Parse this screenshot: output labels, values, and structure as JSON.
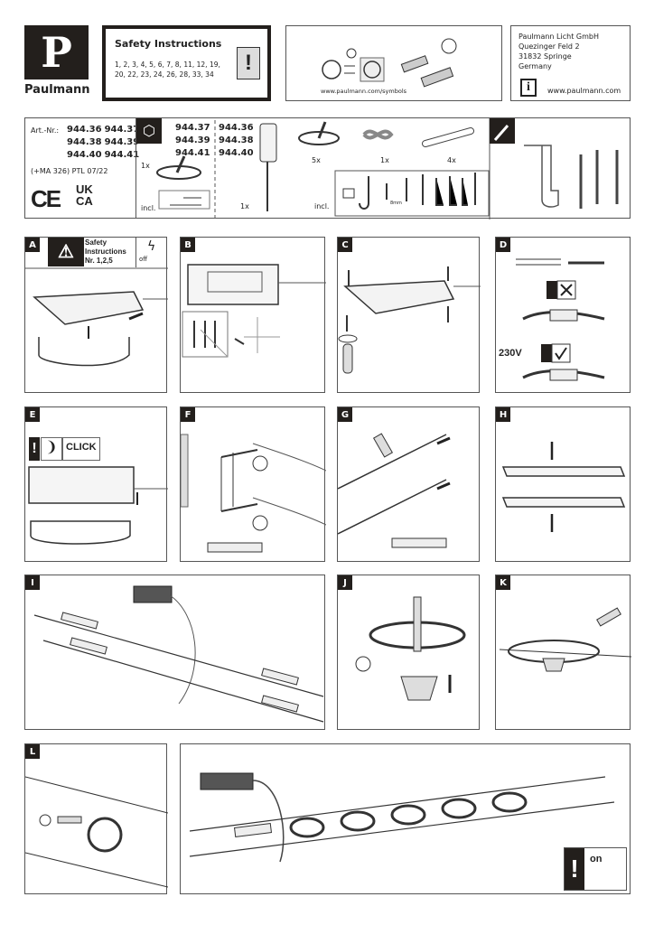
{
  "brand": {
    "logo_letter": "P",
    "name": "Paulmann"
  },
  "safety": {
    "title": "Safety Instructions",
    "numbers": "1, 2, 3, 4, 5, 6, 7, 8, 11, 12, 19, 20, 22, 23, 24, 26, 28, 33, 34"
  },
  "symbols": {
    "url": "www.paulmann.com/symbols"
  },
  "address": {
    "company": "Paulmann Licht GmbH",
    "street": "Quezinger Feld 2",
    "city": "31832 Springe",
    "country": "Germany",
    "web": "www.paulmann.com",
    "info_icon": "i"
  },
  "articles": {
    "label": "Art.-Nr.:",
    "numbers": [
      "944.36",
      "944.37",
      "944.38",
      "944.39",
      "944.40",
      "944.41"
    ],
    "code": "(+MA 326) PTL  07/22",
    "marks": [
      "CE",
      "UK",
      "CA"
    ]
  },
  "contents": {
    "group_a": [
      "944.37",
      "944.39",
      "944.41"
    ],
    "group_b": [
      "944.36",
      "944.38",
      "944.40"
    ],
    "qty_fixture_a": "1x",
    "incl_a": "incl.",
    "qty_driver": "1x",
    "qty_fixtures": "5x",
    "qty_wire": "1x",
    "qty_tubes": "4x",
    "incl_b": "incl.",
    "screw_size": "8mm"
  },
  "steps": {
    "A": {
      "label": "A",
      "safety_title": "Safety",
      "safety_sub": "Instructions",
      "safety_nr": "Nr. 1,2,5",
      "off": "off"
    },
    "B": {
      "label": "B"
    },
    "C": {
      "label": "C"
    },
    "D": {
      "label": "D",
      "voltage": "230V"
    },
    "E": {
      "label": "E",
      "click": "CLICK"
    },
    "F": {
      "label": "F"
    },
    "G": {
      "label": "G"
    },
    "H": {
      "label": "H"
    },
    "I": {
      "label": "I"
    },
    "J": {
      "label": "J"
    },
    "K": {
      "label": "K"
    },
    "L": {
      "label": "L"
    },
    "M": {
      "on": "on"
    }
  }
}
